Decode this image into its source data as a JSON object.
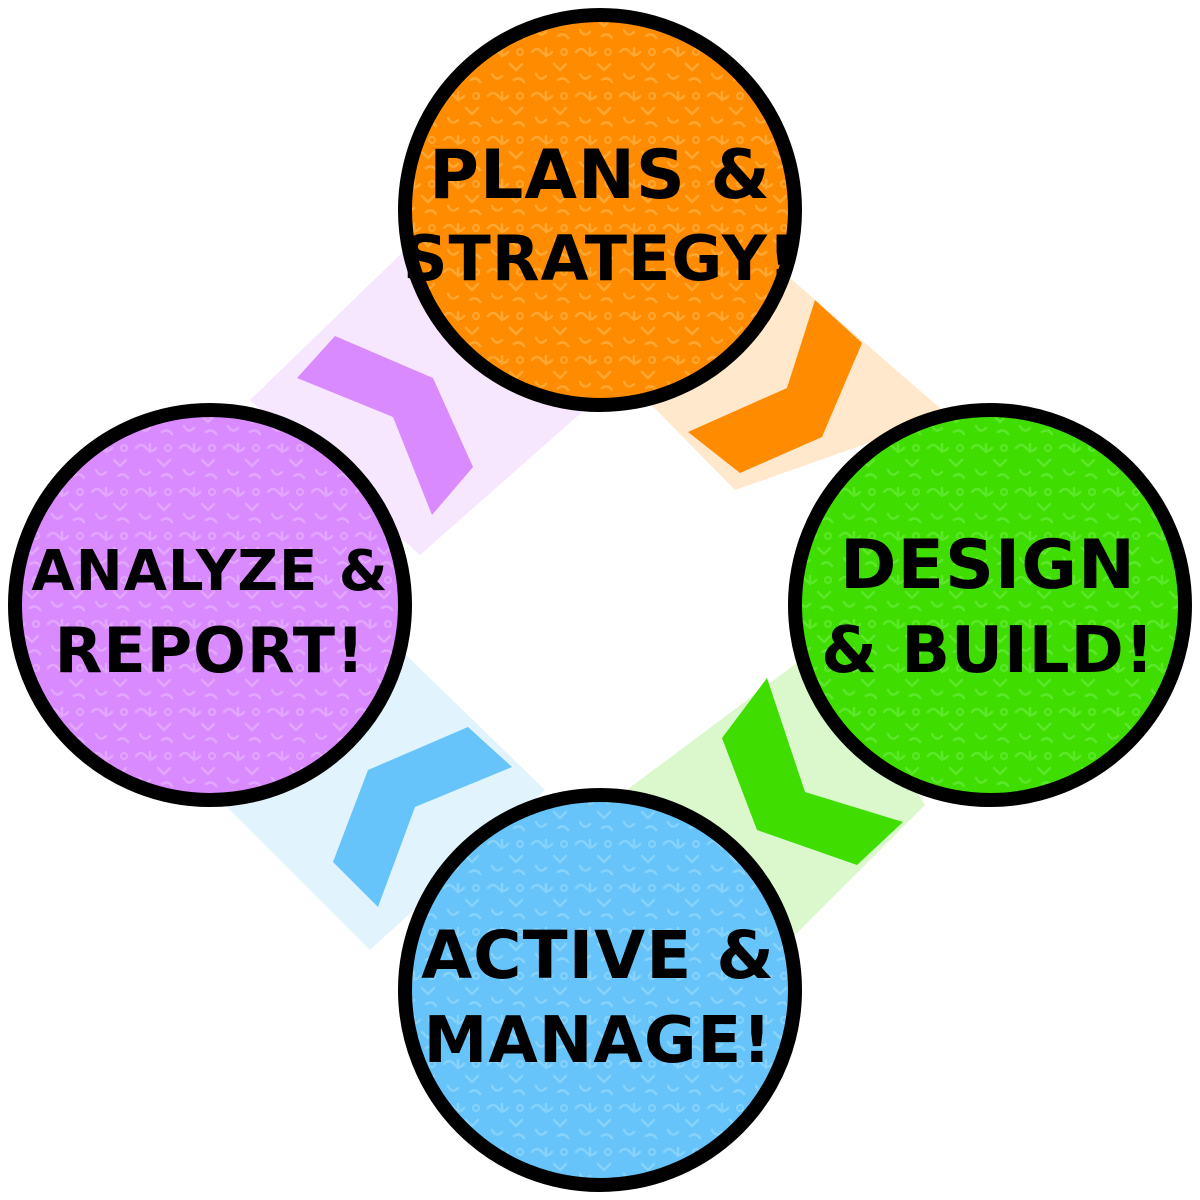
{
  "diagram": {
    "type": "cycle",
    "nodes": [
      {
        "id": "plans",
        "lines": [
          "PLANS &",
          "STRATEGY!"
        ],
        "color": "#ff8c00",
        "pattern_color": "#ffa733"
      },
      {
        "id": "design",
        "lines": [
          "DESIGN",
          "& BUILD!"
        ],
        "color": "#3fdd00",
        "pattern_color": "#5be82a"
      },
      {
        "id": "active",
        "lines": [
          "ACTIVE &",
          "MANAGE!"
        ],
        "color": "#66c4fa",
        "pattern_color": "#86d2fb"
      },
      {
        "id": "analyze",
        "lines": [
          "ANALYZE &",
          "REPORT!"
        ],
        "color": "#d98aff",
        "pattern_color": "#e3a6ff"
      }
    ],
    "connectors": [
      {
        "from": "plans",
        "to": "design",
        "band_color": "#ffe8cc",
        "chevron_color": "#ff8c00"
      },
      {
        "from": "design",
        "to": "active",
        "band_color": "#dbf7cc",
        "chevron_color": "#3fdd00"
      },
      {
        "from": "active",
        "to": "analyze",
        "band_color": "#e1f3fd",
        "chevron_color": "#66c4fa"
      },
      {
        "from": "analyze",
        "to": "plans",
        "band_color": "#f7e7fe",
        "chevron_color": "#d98aff"
      }
    ],
    "outline_color": "#000000"
  }
}
